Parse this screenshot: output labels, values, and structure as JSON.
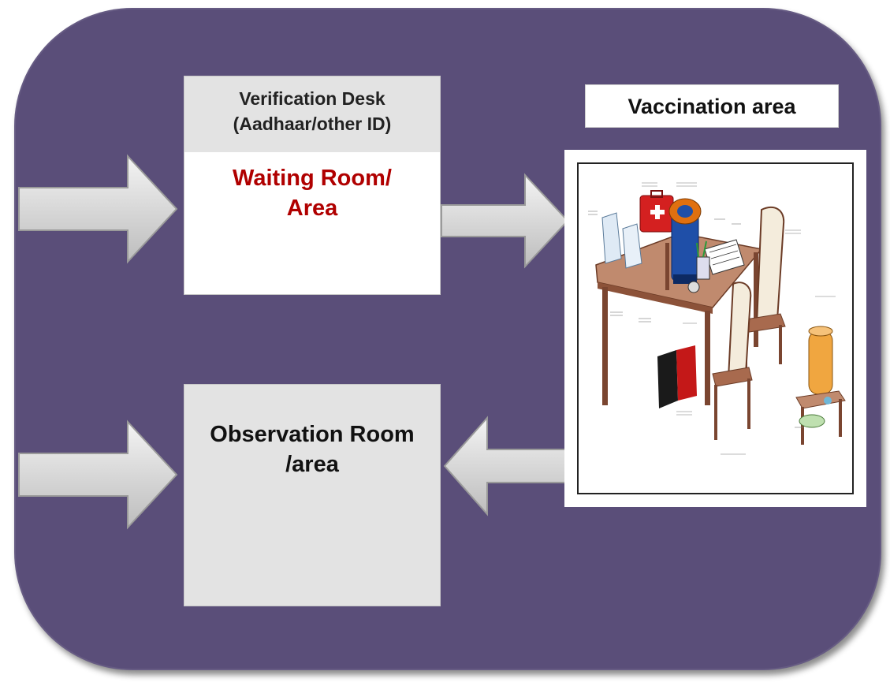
{
  "verification": {
    "title_line1": "Verification Desk",
    "title_line2": "(Aadhaar/other ID)",
    "waiting_line1": "Waiting Room/",
    "waiting_line2": "Area"
  },
  "observation": {
    "title_line1": "Observation Room",
    "title_line2": "/area"
  },
  "vaccination": {
    "label": "Vaccination area"
  },
  "colors": {
    "background_panel": "#5a4e79",
    "waiting_text": "#b00000",
    "box_header": "#e3e3e3",
    "arrow_fill": "#d6d6d6"
  },
  "illustration_icons": [
    "table-icon",
    "anaphylaxis-kit-icon",
    "vaccine-carrier-icon",
    "syringe-box-icon",
    "hub-cutter-icon",
    "red-bag-icon",
    "black-bag-icon",
    "chair-icon",
    "water-container-icon",
    "stool-icon",
    "basin-icon",
    "tally-sheet-icon"
  ]
}
